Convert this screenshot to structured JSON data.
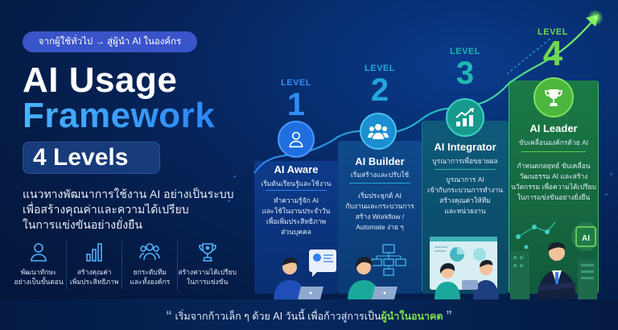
{
  "header": {
    "pill": "จากผู้ใช้ทั่วไป → สู่ผู้นำ AI ในองค์กร",
    "title_line1": "AI Usage",
    "title_line2": "Framework",
    "levels_badge": "4 Levels",
    "description": [
      "แนวทางพัฒนาการใช้งาน AI อย่างเป็นระบบ",
      "เพื่อสร้างคุณค่าและความได้เปรียบ",
      "ในการแข่งขันอย่างยั่งยืน"
    ]
  },
  "benefits": [
    {
      "icon": "person-icon",
      "lines": [
        "พัฒนาทักษะ",
        "อย่างเป็นขั้นตอน"
      ]
    },
    {
      "icon": "bar-chart-icon",
      "lines": [
        "สร้างคุณค่า",
        "เพิ่มประสิทธิภาพ"
      ]
    },
    {
      "icon": "team-icon",
      "lines": [
        "ยกระดับทีม",
        "และทั้งองค์กร"
      ]
    },
    {
      "icon": "trophy-icon",
      "lines": [
        "สร้างความได้เปรียบ",
        "ในการแข่งขัน"
      ]
    }
  ],
  "levels": [
    {
      "level_word": "LEVEL",
      "number": "1",
      "icon": "person-icon",
      "title": "AI Aware",
      "subtitle": "เริ่มต้นเรียนรู้และใช้งาน",
      "body": [
        "ทำความรู้จัก AI",
        "และใช้ในงานประจำวัน",
        "เพื่อเพิ่มประสิทธิภาพ",
        "ส่วนบุคคล"
      ],
      "color": "#2f7ff0"
    },
    {
      "level_word": "LEVEL",
      "number": "2",
      "icon": "team-icon",
      "title": "AI Builder",
      "subtitle": "เริ่มสร้างและปรับใช้",
      "body": [
        "เริ่มประยุกต์ AI",
        "กับงานและกระบวนการ",
        "สร้าง Workflow /",
        "Automate ง่าย ๆ"
      ],
      "color": "#22a6e0"
    },
    {
      "level_word": "LEVEL",
      "number": "3",
      "icon": "growth-chart-icon",
      "title": "AI Integrator",
      "subtitle": "บูรณาการเพื่อขยายผล",
      "body": [
        "บูรณาการ AI",
        "เข้ากับกระบวนการทำงาน",
        "สร้างคุณค่าให้ทีม",
        "และหน่วยงาน"
      ],
      "color": "#1fb8a8"
    },
    {
      "level_word": "LEVEL",
      "number": "4",
      "icon": "trophy-icon",
      "title": "AI Leader",
      "subtitle": "ขับเคลื่อนองค์กรด้วย AI",
      "body": [
        "กำหนดกลยุทธ์ ขับเคลื่อน",
        "วัฒนธรรม AI และสร้าง",
        "นวัตกรรม เพื่อความได้เปรียบ",
        "ในการแข่งขันอย่างยั่งยืน"
      ],
      "color": "#5fd04a"
    }
  ],
  "illustration": {
    "ai_chip_label": "AI"
  },
  "footer": {
    "open_quote": "“",
    "text": "เริ่มจากก้าวเล็ก ๆ ด้วย AI  วันนี้  เพื่อก้าวสู่การเป็น",
    "highlight": "ผู้นำในอนาคต",
    "close_quote": "”"
  }
}
